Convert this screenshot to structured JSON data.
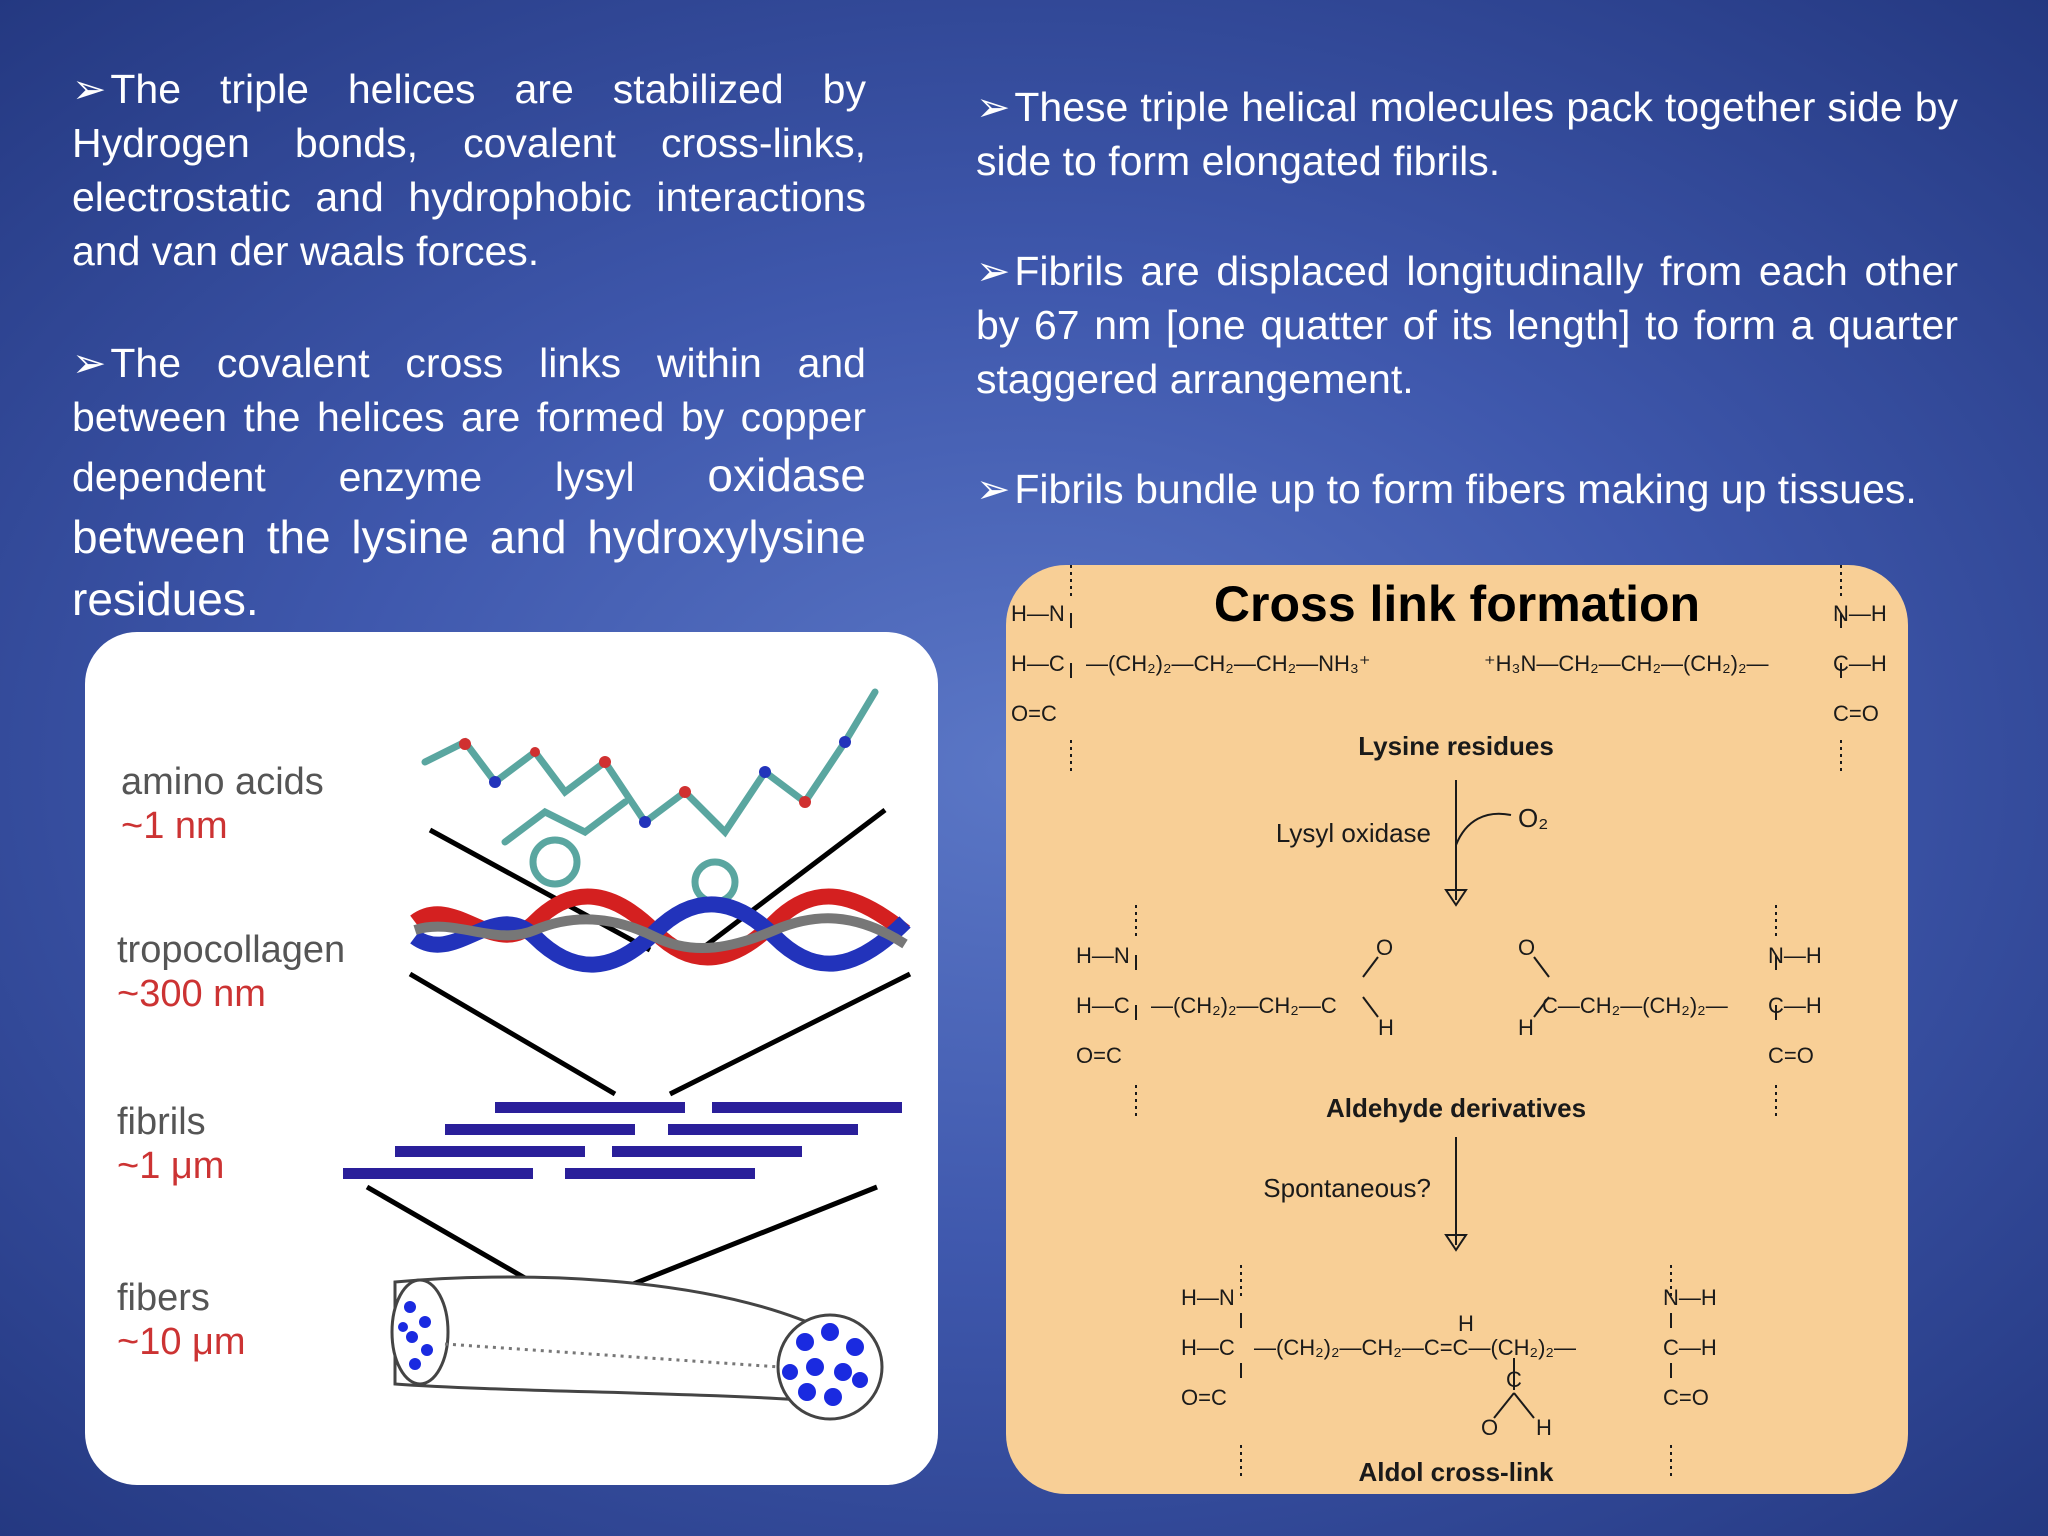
{
  "left_column": {
    "p1": {
      "bullet": "➢",
      "text": "The triple helices are stabilized  by Hydrogen bonds, covalent cross-links, electrostatic and hydrophobic interactions and van der waals forces."
    },
    "p2": {
      "bullet": "➢",
      "text_small": "The covalent cross links within and between the helices are formed by copper dependent enzyme lysyl",
      "text_large": "oxidase between the lysine and hydroxylysine residues."
    }
  },
  "right_column": {
    "p3": {
      "bullet": "➢",
      "text": "These triple helical molecules pack together side by side to form elongated fibrils."
    },
    "p4": {
      "bullet": "➢",
      "text": "Fibrils are displaced longitudinally from each other by 67 nm [one quatter of its length] to form a quarter staggered arrangement."
    },
    "p5": {
      "bullet": "➢",
      "text": "Fibrils bundle up to form fibers making up tissues."
    }
  },
  "hierarchy_figure": {
    "levels": [
      {
        "label": "amino acids",
        "size": "~1 nm"
      },
      {
        "label": "tropocollagen",
        "size": "~300 nm"
      },
      {
        "label": "fibrils",
        "size": "~1 μm"
      },
      {
        "label": "fibers",
        "size": "~10 μm"
      }
    ],
    "colors": {
      "helix_red": "#d42020",
      "helix_blue": "#2233bb",
      "helix_gray": "#777777",
      "fibril": "#2a1f9a",
      "fiber_dots": "#1a2ae0"
    }
  },
  "crosslink_figure": {
    "title": "Cross link formation",
    "step1_label": "Lysine residues",
    "enzyme_label": "Lysyl oxidase",
    "oxygen": "O₂",
    "step2_label": "Aldehyde derivatives",
    "spontaneous_label": "Spontaneous?",
    "step3_label": "Aldol cross-link",
    "lysine_left_chain": "—(CH₂)₂—CH₂—CH₂—NH₃⁺",
    "lysine_right_chain": "⁺H₃N—CH₂—CH₂—(CH₂)₂—",
    "aldehyde_left_chain": "—(CH₂)₂—CH₂—C",
    "aldehyde_right_chain": "C—CH₂—(CH₂)₂—",
    "aldol_chain": "—(CH₂)₂—CH₂—C=C—(CH₂)₂—",
    "atom_HN": "H—N",
    "atom_NH": "N—H",
    "atom_HC": "H—C",
    "atom_CH": "C—H",
    "atom_OC": "O=C",
    "atom_CO": "C=O",
    "atom_H": "H",
    "atom_O": "O",
    "atom_C": "C"
  },
  "colors": {
    "slide_background": "#3f58ad",
    "text": "#ffffff",
    "panel_crosslink": "#f8cf96",
    "panel_hierarchy": "#ffffff"
  }
}
